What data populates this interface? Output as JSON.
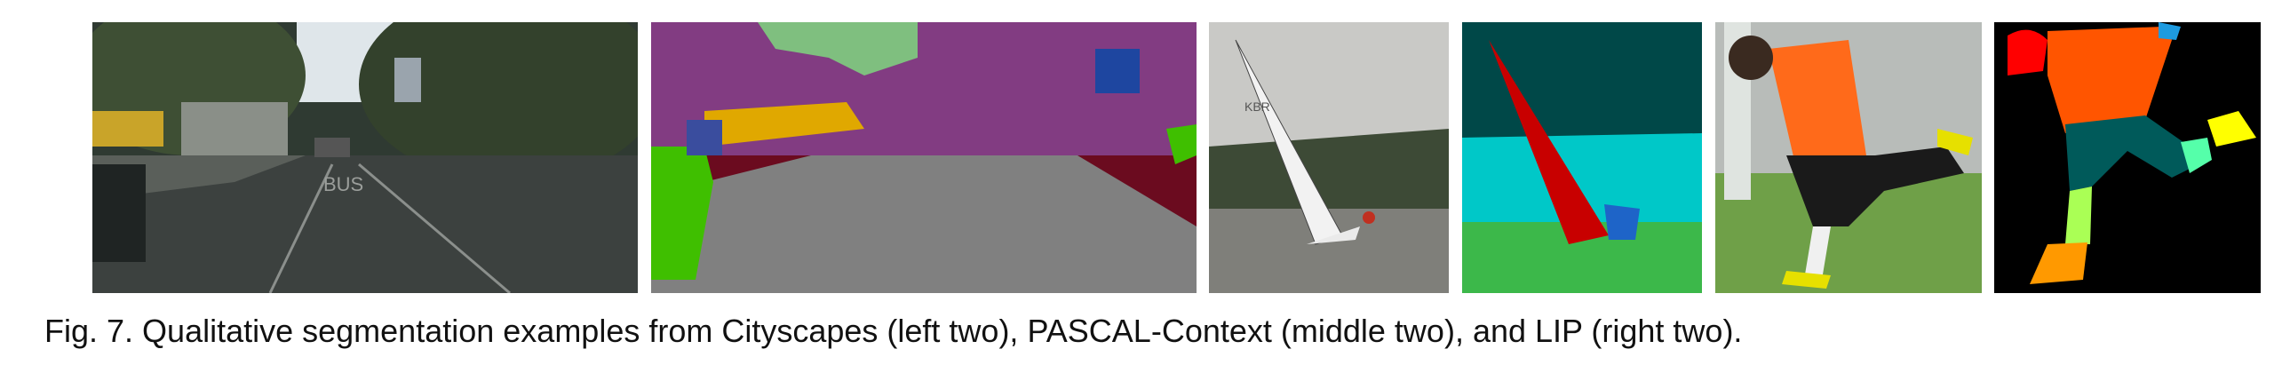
{
  "figure": {
    "caption": "Fig. 7. Qualitative segmentation examples from Cityscapes (left two), PASCAL-Context (middle two), and LIP (right two).",
    "street_sign_text": "BUS",
    "sail_number": "KBR",
    "panels": [
      {
        "name": "cityscapes-photo"
      },
      {
        "name": "cityscapes-segmentation"
      },
      {
        "name": "pascal-context-photo"
      },
      {
        "name": "pascal-context-segmentation"
      },
      {
        "name": "lip-photo"
      },
      {
        "name": "lip-segmentation"
      }
    ]
  },
  "colors": {
    "road": "#808080",
    "vegetation": "#3fbf00",
    "sky": "#7fbf7f",
    "building_purple": "#823c82",
    "sidewalk": "#6b0b1f",
    "sign": "#e0a800",
    "water": "#00c8c8",
    "boat": "#c80000",
    "ground": "#3cb84a",
    "pascal_bg": "#004848",
    "person_face": "#ff0000",
    "upper_clothes": "#ff5500",
    "pants": "#005a5a",
    "left_leg": "#aaff55",
    "shoe": "#ffff00",
    "lip_bg": "#000000"
  }
}
